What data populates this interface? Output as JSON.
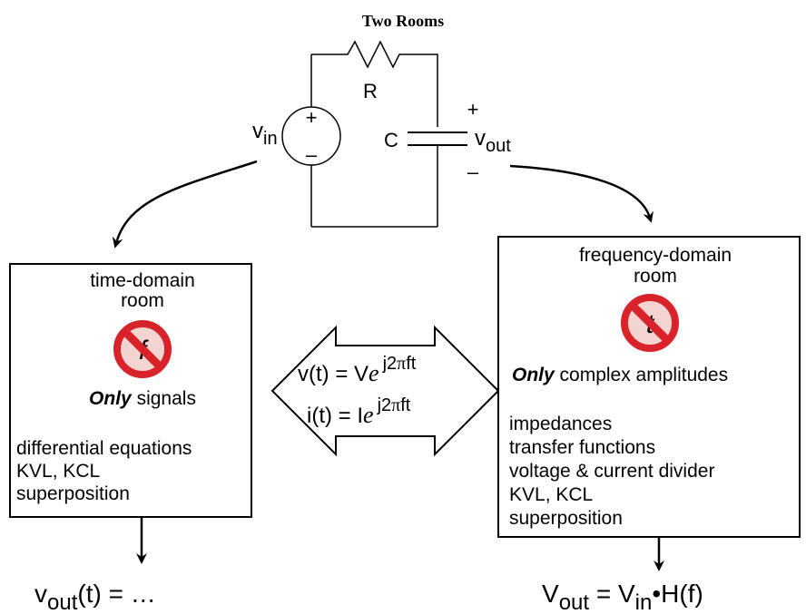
{
  "title": "Two Rooms",
  "circuit": {
    "source_label": "v",
    "source_sub": "in",
    "plus": "+",
    "minus": "–",
    "resistor_label": "R",
    "capacitor_label": "C",
    "out_plus": "+",
    "out_label": "v",
    "out_sub": "out",
    "out_minus": "–"
  },
  "time_room": {
    "title_line1": "time-domain",
    "title_line2": "room",
    "forbidden_symbol": "f",
    "only_word": "Only",
    "only_rest": " signals",
    "items": [
      "differential equations",
      "KVL, KCL",
      "superposition"
    ],
    "result_v": "v",
    "result_sub": "out",
    "result_rest": "(t) = …"
  },
  "freq_room": {
    "title_line1": "frequency-domain",
    "title_line2": "room",
    "forbidden_symbol": "t",
    "only_word": "Only",
    "only_rest": " complex amplitudes",
    "items": [
      "impedances",
      "transfer functions",
      "voltage & current divider",
      "KVL, KCL",
      "superposition"
    ],
    "result_v": "V",
    "result_sub1": "out",
    "result_eq": " = V",
    "result_sub2": "in",
    "result_rest": "•H(f)"
  },
  "bridge": {
    "line1_pre": "v(t) = V",
    "line1_e": "e",
    "line2_pre": "i(t) = I",
    "line2_e": "e",
    "exp_j": "j2",
    "exp_pi": "π",
    "exp_ft": "ft"
  },
  "colors": {
    "prohibit_red": "#d9232a",
    "prohibit_fill": "#f4d4d0"
  }
}
